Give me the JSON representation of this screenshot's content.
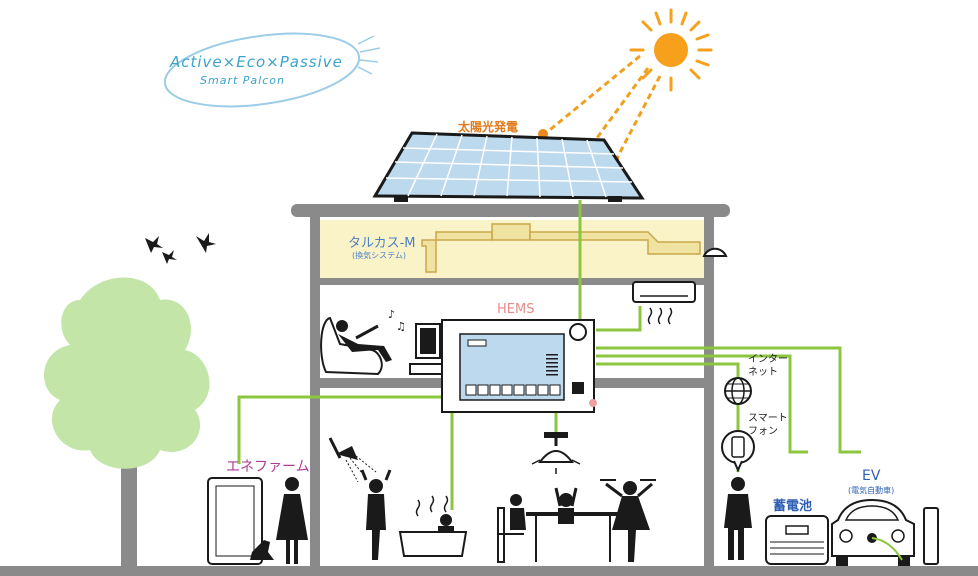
{
  "brand": {
    "line1": "Active×Eco×Passive",
    "line2": "Smart Palcon"
  },
  "labels": {
    "solar": "太陽光発電",
    "ventilation": "タルカス-M",
    "ventilation_sub": "(換気システム)",
    "hems": "HEMS",
    "internet": "インター\nネット",
    "smartphone": "スマート\nフォン",
    "enefarm": "エネファーム",
    "ev": "EV",
    "ev_sub": "(電気自動車)",
    "battery": "蓄電池"
  },
  "colors": {
    "sun": "#f6a01c",
    "ray": "#f0a020",
    "panel": "#bcd9ee",
    "line": "#8cc63f",
    "attic": "#fbf3c8",
    "duct": "#f0e2a0",
    "house": "#8a8a8a",
    "tree": "#c3e6a8",
    "ellipse": "#9bcde6",
    "hems_dot": "#f0a0a0"
  },
  "icons": [
    "sun-icon",
    "solar-panel-icon",
    "bird-icon",
    "tree-icon",
    "air-conditioner-icon",
    "globe-icon",
    "smartphone-icon",
    "lamp-icon",
    "car-icon",
    "battery-icon",
    "fuel-cell-icon"
  ]
}
